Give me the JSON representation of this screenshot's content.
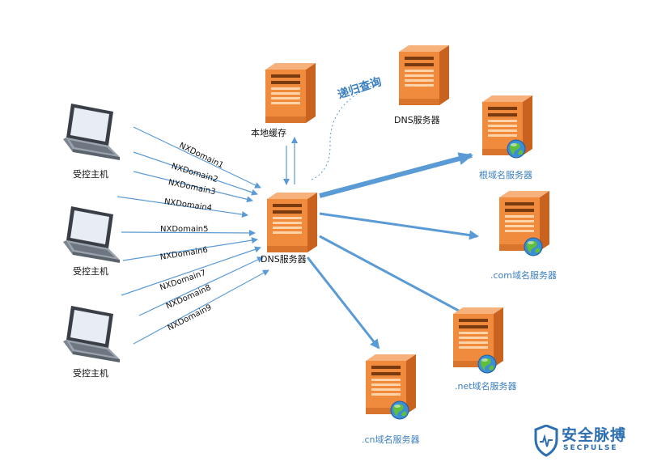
{
  "labels": {
    "host1": "受控主机",
    "host2": "受控主机",
    "host3": "受控主机",
    "local_cache": "本地缓存",
    "dns_center": "DNS服务器",
    "dns_top": "DNS服务器",
    "recursive": "递归查询",
    "root": "根域名服务器",
    "com": ".com域名服务器",
    "net": ".net域名服务器",
    "cn": ".cn域名服务器"
  },
  "queries": [
    "NXDomain1",
    "NXDomain2",
    "NXDomain3",
    "NXDomain4",
    "NXDomain5",
    "NXDomain6",
    "NXDomain7",
    "NXDomain8",
    "NXDomain9"
  ],
  "logo": {
    "brand": "安全脉搏",
    "sub": "SECPULSE"
  },
  "colors": {
    "arrow": "#5b9bd5",
    "server_orange": "#f08a3c",
    "label_blue": "#3a7fc0",
    "logo_blue": "#2d6fb0"
  }
}
